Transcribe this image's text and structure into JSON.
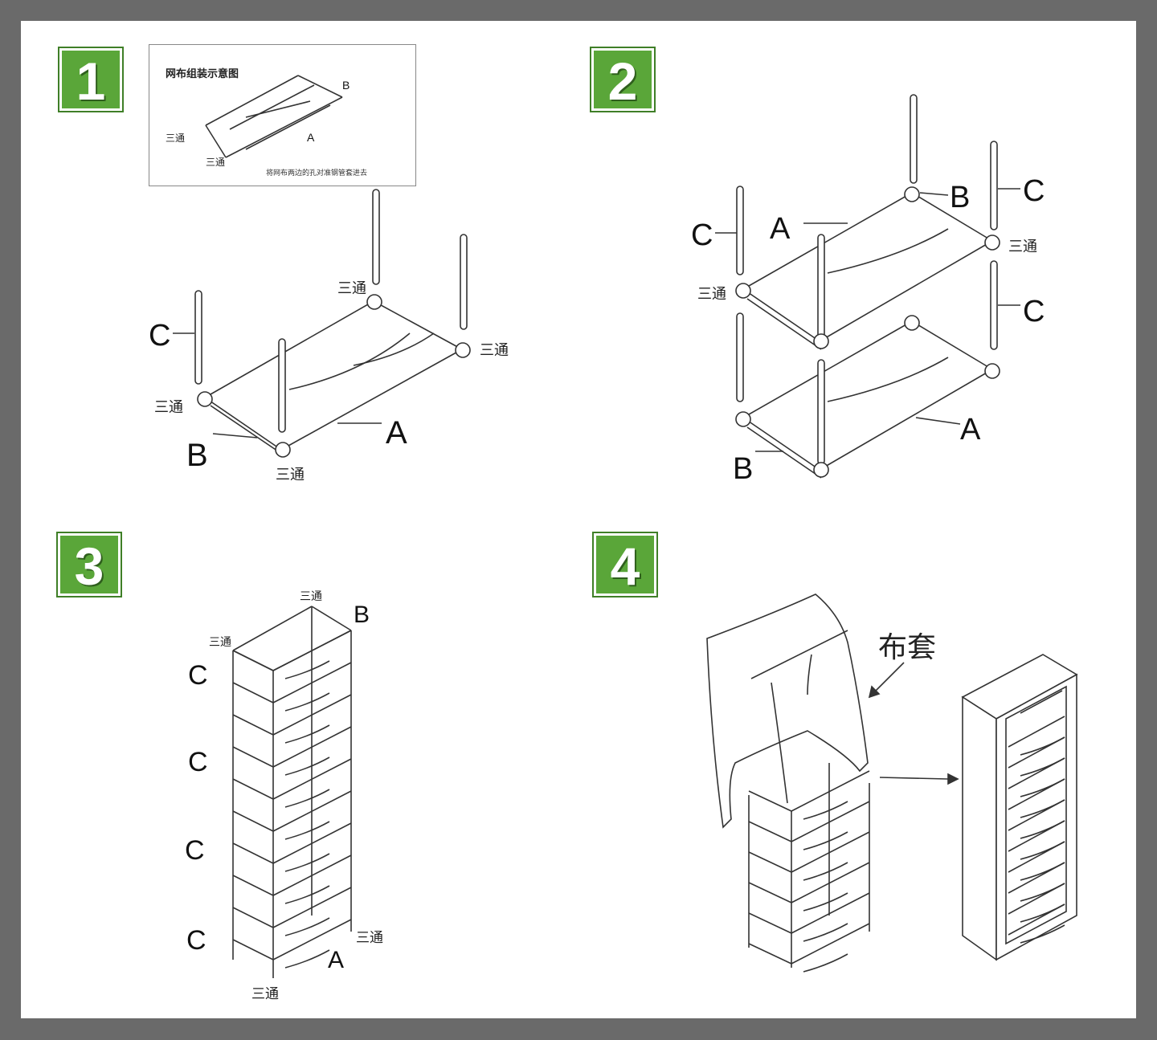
{
  "steps": [
    "1",
    "2",
    "3",
    "4"
  ],
  "inset": {
    "title": "网布组装示意图",
    "caption": "将网布两边的孔对准钢管套进去",
    "labels": {
      "b": "B",
      "a": "A",
      "tee1": "三通",
      "tee2": "三通"
    }
  },
  "step1": {
    "c": "C",
    "b": "B",
    "a": "A",
    "tee": "三通"
  },
  "step2": {
    "c": "C",
    "b": "B",
    "a": "A",
    "tee": "三通"
  },
  "step3": {
    "c": "C",
    "b": "B",
    "a": "A",
    "tee": "三通"
  },
  "step4": {
    "cover": "布套"
  },
  "colors": {
    "badge": "#5aa639",
    "frame": "#6a6a6a",
    "sheet": "#ffffff"
  }
}
